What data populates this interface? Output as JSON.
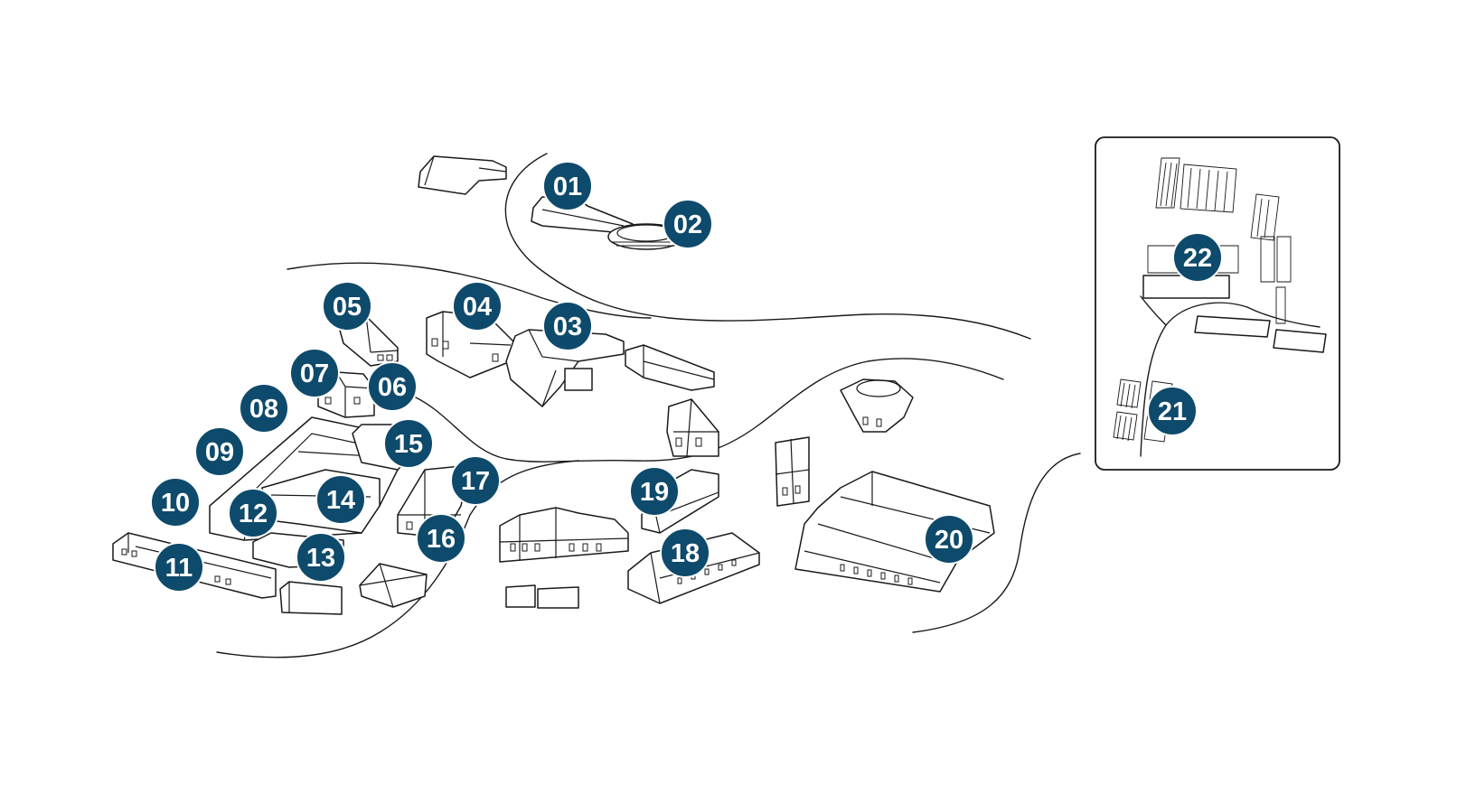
{
  "colors": {
    "marker_fill": "#0e4a6b",
    "marker_text": "#ffffff",
    "line": "#1a1a1a",
    "background": "#ffffff"
  },
  "markers": [
    {
      "id": "01",
      "label": "01"
    },
    {
      "id": "02",
      "label": "02"
    },
    {
      "id": "03",
      "label": "03"
    },
    {
      "id": "04",
      "label": "04"
    },
    {
      "id": "05",
      "label": "05"
    },
    {
      "id": "06",
      "label": "06"
    },
    {
      "id": "07",
      "label": "07"
    },
    {
      "id": "08",
      "label": "08"
    },
    {
      "id": "09",
      "label": "09"
    },
    {
      "id": "10",
      "label": "10"
    },
    {
      "id": "11",
      "label": "11"
    },
    {
      "id": "12",
      "label": "12"
    },
    {
      "id": "13",
      "label": "13"
    },
    {
      "id": "14",
      "label": "14"
    },
    {
      "id": "15",
      "label": "15"
    },
    {
      "id": "16",
      "label": "16"
    },
    {
      "id": "17",
      "label": "17"
    },
    {
      "id": "18",
      "label": "18"
    },
    {
      "id": "19",
      "label": "19"
    },
    {
      "id": "20",
      "label": "20"
    },
    {
      "id": "21",
      "label": "21"
    },
    {
      "id": "22",
      "label": "22"
    }
  ]
}
